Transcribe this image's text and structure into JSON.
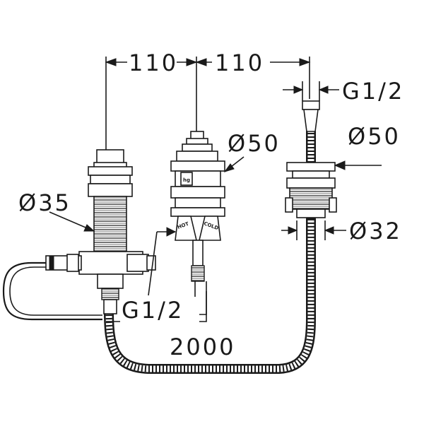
{
  "dimensions": {
    "spacing_left": "110",
    "spacing_right": "110",
    "thread_right": "G1/2",
    "thread_left": "G1/2",
    "diameter_mixer": "Ø50",
    "diameter_spout": "Ø50",
    "diameter_body": "Ø35",
    "diameter_hole": "Ø32",
    "hose_length": "2000"
  },
  "valve_labels": {
    "hot": "HOT",
    "cold": "COLD",
    "brand": "hg"
  },
  "colors": {
    "line": "#1a1a1a",
    "background": "#ffffff"
  }
}
